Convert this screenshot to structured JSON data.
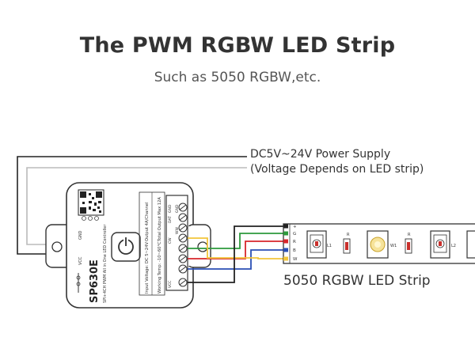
{
  "title": "The PWM RGBW LED Strip",
  "subtitle": "Such as 5050 RGBW,etc.",
  "power_supply": {
    "line1": "DC5V~24V Power Supply",
    "line2": "(Voltage Depends on LED strip)"
  },
  "strip_label": "5050 RGBW LED Strip",
  "controller": {
    "model": "SP630E",
    "description": "SPI+4CH PWM All in One LED Controller",
    "spec_left": "Input Voltage: DC 5~24V",
    "spec_left2": "Working Temp: -10~60°C",
    "spec_right": "Output 4A/Channel",
    "spec_right2": "Total Output Max 12A",
    "terminals_top": [
      "GND",
      "DAT",
      "GND"
    ],
    "terminals_mid": [
      "CW",
      "WW"
    ],
    "terminal_vcc": "VCC",
    "side_labels": [
      "GND",
      "VCC"
    ]
  },
  "strip": {
    "pins": [
      "+",
      "G",
      "R",
      "B",
      "W"
    ],
    "pads": [
      "R",
      "W1",
      "R",
      "L1",
      "L2"
    ]
  },
  "colors": {
    "red": "#d7262b",
    "green": "#2d9a3c",
    "blue": "#2a4fb5",
    "yellow": "#f2c53a",
    "black": "#222222",
    "gray": "#bbbbbb"
  }
}
